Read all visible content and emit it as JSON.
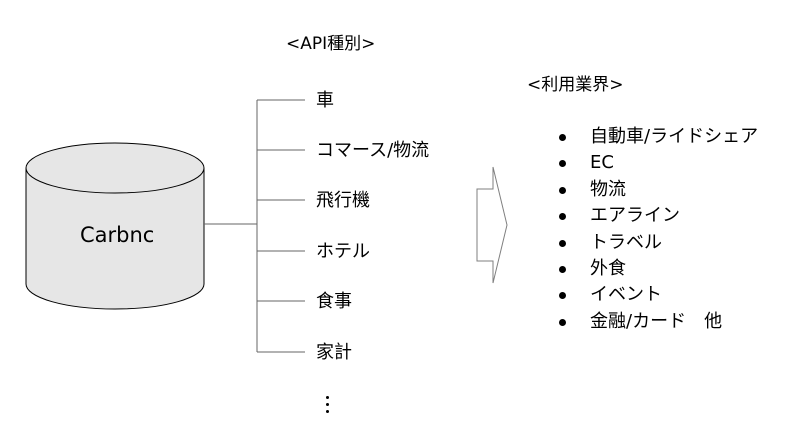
{
  "database": {
    "label": "Carbnc"
  },
  "api_section": {
    "heading": "<API種別>",
    "items": [
      "車",
      "コマース/物流",
      "飛行機",
      "ホテル",
      "食事",
      "家計"
    ]
  },
  "industry_section": {
    "heading": "<利用業界>",
    "items": [
      "自動車/ライドシェア",
      "EC",
      "物流",
      "エアライン",
      "トラベル",
      "外食",
      "イベント",
      "金融/カード　他"
    ]
  },
  "colors": {
    "cylinder_fill": "#e6e6e6",
    "stroke": "#000000",
    "line": "#666666",
    "arrow_stroke": "#7f7f7f"
  },
  "icons": {
    "database": "database-cylinder-icon",
    "arrow": "right-arrow-icon",
    "more": "vertical-ellipsis-icon"
  }
}
